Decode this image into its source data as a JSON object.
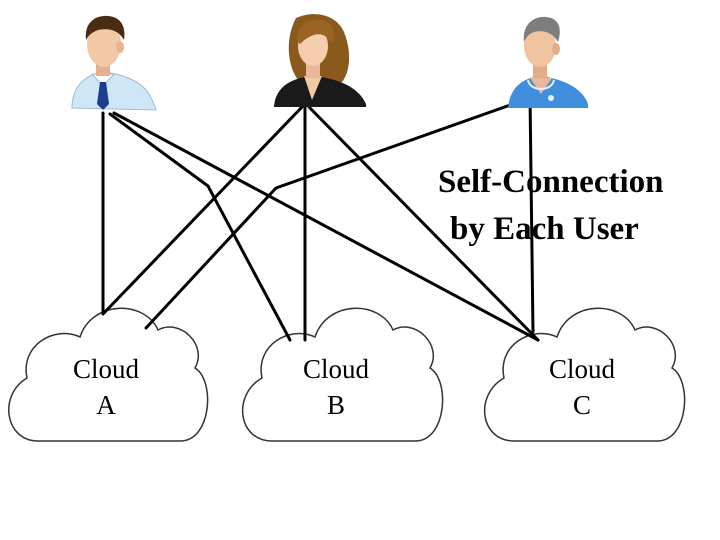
{
  "title": {
    "line1": "Self-Connection",
    "line2": "by Each User"
  },
  "users": [
    {
      "role": "man-with-tie",
      "icon": "businessman-icon"
    },
    {
      "role": "woman",
      "icon": "businesswoman-icon"
    },
    {
      "role": "man-with-stethoscope",
      "icon": "doctor-icon"
    }
  ],
  "clouds": [
    {
      "line1": "Cloud",
      "line2": "A"
    },
    {
      "line1": "Cloud",
      "line2": "B"
    },
    {
      "line1": "Cloud",
      "line2": "C"
    }
  ],
  "connections": [
    {
      "from": "user-1",
      "to": "Cloud A"
    },
    {
      "from": "user-1",
      "to": "Cloud B"
    },
    {
      "from": "user-1",
      "to": "Cloud C"
    },
    {
      "from": "user-2",
      "to": "Cloud A"
    },
    {
      "from": "user-2",
      "to": "Cloud B"
    },
    {
      "from": "user-2",
      "to": "Cloud C"
    },
    {
      "from": "user-3",
      "to": "Cloud A"
    },
    {
      "from": "user-3",
      "to": "Cloud C"
    }
  ],
  "colors": {
    "line": "#000000",
    "cloud_stroke": "#333333",
    "cloud_fill": "#ffffff",
    "shirt_blue": "#cfe6f7",
    "tie_navy": "#1b3f8f",
    "hair_brown": "#8a5a1c",
    "suit_black": "#1a1a1a",
    "scrubs_blue": "#3f8fde",
    "skin": "#f2c8a5"
  }
}
